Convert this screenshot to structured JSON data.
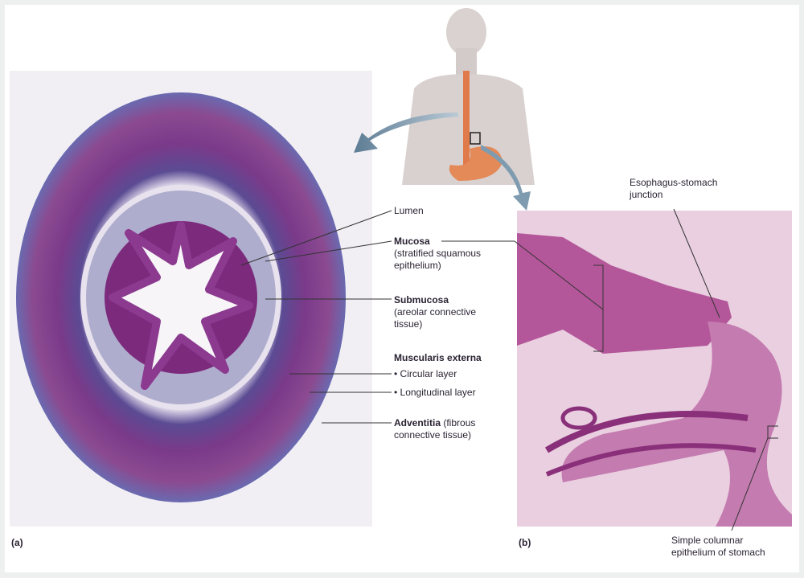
{
  "labels": {
    "lumen": "Lumen",
    "mucosa": "Mucosa",
    "mucosa_desc_1": "(stratified squamous",
    "mucosa_desc_2": "epithelium)",
    "submucosa": "Submucosa",
    "submucosa_desc_1": "(areolar connective",
    "submucosa_desc_2": "tissue)",
    "muscularis": "Muscularis externa",
    "circular": "• Circular layer",
    "longitudinal": "• Longitudinal layer",
    "adventitia": "Adventitia",
    "adventitia_desc_1": " (fibrous",
    "adventitia_desc_2": "connective tissue)",
    "junction_1": "Esophagus-stomach",
    "junction_2": "junction",
    "columnar_1": "Simple columnar",
    "columnar_2": "epithelium of stomach",
    "panel_a": "(a)",
    "panel_b": "(b)"
  },
  "colors": {
    "tissue_purple": "#7a2f7f",
    "stain_pink": "#b45a98",
    "muscle": "#6e3b86",
    "arrow": "#7e9bb0"
  }
}
